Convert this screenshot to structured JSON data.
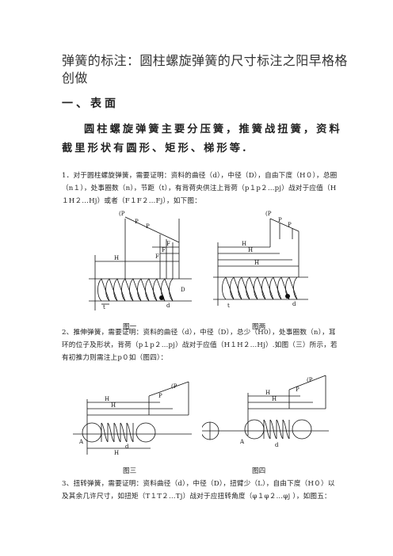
{
  "title": "弹簧的标注：圆柱螺旋弹簧的尺寸标注之阳早格格创做",
  "section_heading": "一、表面",
  "intro": "圆柱螺旋弹簧主要分压簧，推簧战扭簧，资料截里形状有圆形、矩形、梯形等.",
  "para1": "1．对于圆柱螺旋弹簧，需要证明：资料的曲径（d），中径（D），自由下度（H０），总圈（n１），处事圈数（n），节距（t），有背荷央供注上背荷（p１p２…pj）战对于应值（H１H２…Hj）或者（F１F２…Fj），如下图：",
  "para2": "2、推伸弹簧，需要证明：资料的曲径（d），中径（D），总少（H0），处事圈数（n），耳环的位子及形状，背荷（p１p２…pj）战对于应值（H１H２…Hj）.如图（三）所示，若有初推力则需注上p０如（图四）：",
  "para3": "3、扭转弹簧，需要证明：资料曲径（d），中径（D），扭臂少（L），自由下度（H０）以及其余几许尺寸，如扭矩（T１T２…Tj）战对于应扭转角度（φ１φ２…φj ），如图五：",
  "captions": {
    "fig1": "图一",
    "fig2": "图两",
    "fig3": "图三",
    "fig4": "图四"
  },
  "fig_labels": {
    "pn": "(P",
    "p1": "P",
    "p2": "P",
    "f1": "F",
    "f2": "F",
    "fn": "F",
    "h0": "H",
    "h1": "H",
    "h2": "H",
    "t": "t",
    "d_small": "d",
    "D": "D",
    "A": "A"
  }
}
